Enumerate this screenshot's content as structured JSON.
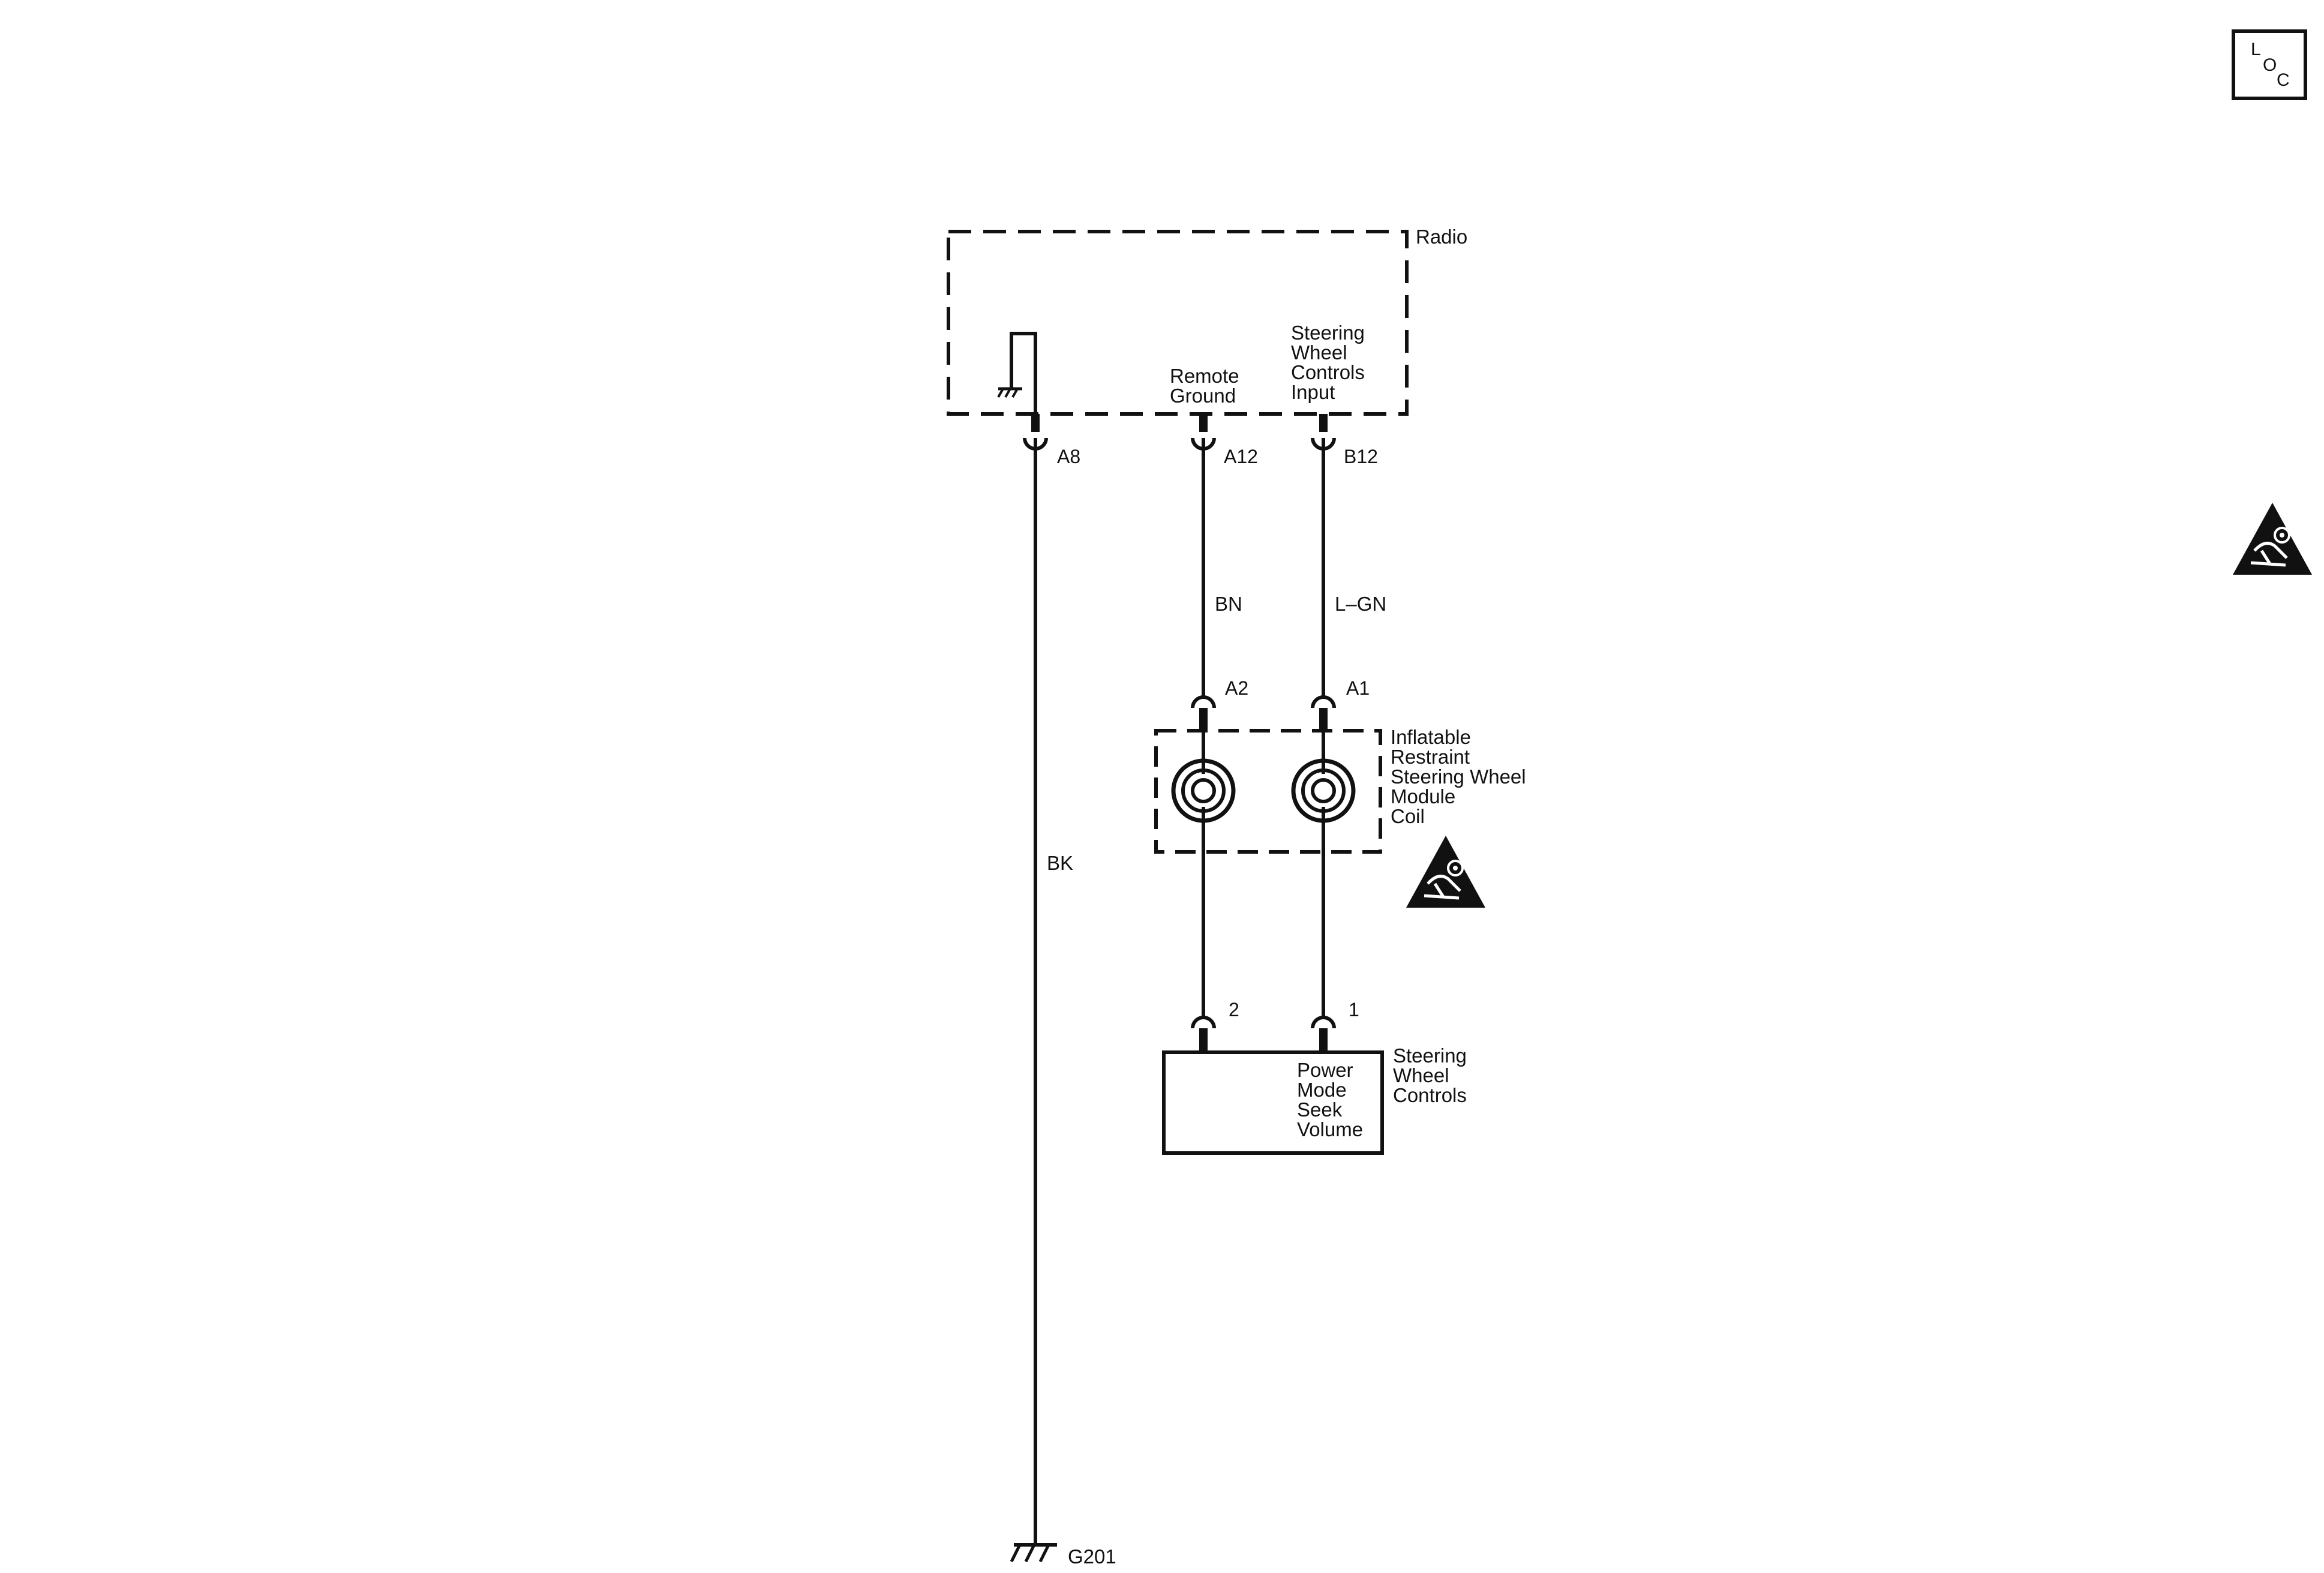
{
  "loc_icon": {
    "letters": [
      "L",
      "O",
      "C"
    ]
  },
  "airbag_icon": "airbag-warning-icon",
  "colors": {
    "ink": "#111111",
    "background": "#ffffff"
  },
  "radio": {
    "name": "Radio",
    "internal_ground_icon": "chassis-ground-icon",
    "terminals": {
      "remote_ground": [
        "Remote",
        "Ground"
      ],
      "swc_input": [
        "Steering",
        "Wheel",
        "Controls",
        "Input"
      ]
    },
    "pins": {
      "ground": "A8",
      "remote_ground": "A12",
      "swc_input": "B12"
    }
  },
  "wires": {
    "ground": "BK",
    "remote_ground": "BN",
    "swc_input": "L–GN"
  },
  "coil": {
    "name": [
      "Inflatable",
      "Restraint",
      "Steering Wheel",
      "Module",
      "Coil"
    ],
    "pins": {
      "left": "A2",
      "right": "A1"
    }
  },
  "controls": {
    "name": [
      "Steering",
      "Wheel",
      "Controls"
    ],
    "functions": [
      "Power",
      "Mode",
      "Seek",
      "Volume"
    ],
    "pins": {
      "left": "2",
      "right": "1"
    }
  },
  "ground_point": {
    "label": "G201",
    "icon": "ground-symbol-icon"
  }
}
